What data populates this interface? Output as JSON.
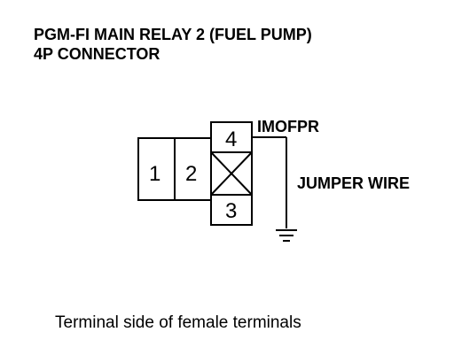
{
  "title": {
    "line1": "PGM-FI MAIN RELAY 2 (FUEL PUMP)",
    "line2": "4P CONNECTOR"
  },
  "connector": {
    "pins": [
      {
        "number": "1"
      },
      {
        "number": "2"
      },
      {
        "number": "4"
      },
      {
        "number": "3"
      }
    ],
    "blocked_cavity": true
  },
  "labels": {
    "signal": "IMOFPR",
    "jumper": "JUMPER WIRE"
  },
  "caption": "Terminal side of female terminals"
}
